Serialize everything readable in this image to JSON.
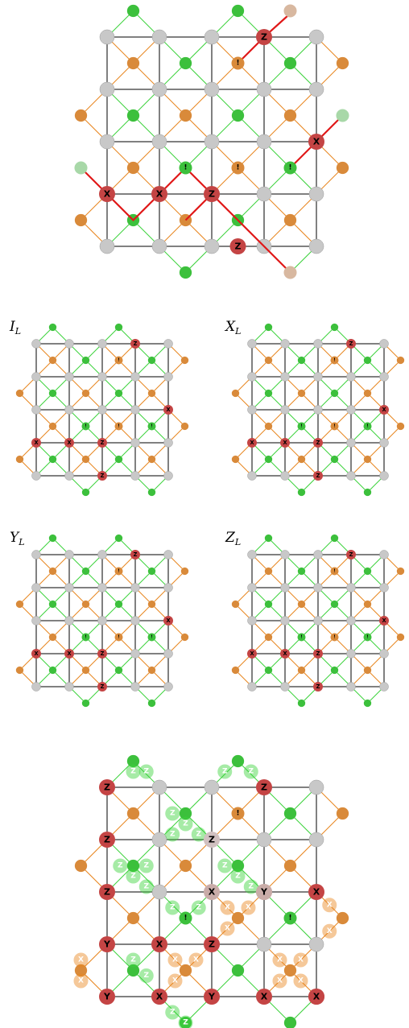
{
  "top_panel": {
    "labels": [
      {
        "text": "Z",
        "col": 3,
        "row": 0,
        "kind": "qubit"
      },
      {
        "text": "X",
        "col": 4,
        "row": 2,
        "kind": "qubit"
      },
      {
        "text": "X",
        "col": 0,
        "row": 3,
        "kind": "qubit"
      },
      {
        "text": "X",
        "col": 1,
        "row": 3,
        "kind": "qubit"
      },
      {
        "text": "Z",
        "col": 2,
        "row": 3,
        "kind": "qubit"
      },
      {
        "text": "Z",
        "col": 2.5,
        "row": 4,
        "kind": "qubit"
      }
    ],
    "markers": [
      {
        "text": "!",
        "col": 2.5,
        "row": 0.5,
        "color": "orange"
      },
      {
        "text": "!",
        "col": 1.5,
        "row": 2.5,
        "color": "green"
      },
      {
        "text": "!",
        "col": 2.5,
        "row": 2.5,
        "color": "orange"
      },
      {
        "text": "!",
        "col": 3.5,
        "row": 2.5,
        "color": "green"
      }
    ]
  },
  "panels": [
    {
      "label": "I",
      "sub": "L"
    },
    {
      "label": "X",
      "sub": "L"
    },
    {
      "label": "Y",
      "sub": "L"
    },
    {
      "label": "Z",
      "sub": "L"
    }
  ],
  "bottom_panel": {
    "node_labels": [
      "Z",
      "Z",
      "Z",
      "Z",
      "Z",
      "Y",
      "X",
      "Z",
      "Y",
      "X",
      "Y",
      "X",
      "Y",
      "X",
      "X",
      "Z",
      "X",
      "Y",
      "!",
      "!",
      "!"
    ],
    "halo_labels": [
      "Z",
      "X"
    ]
  },
  "colors": {
    "lattice": "#000000",
    "orange_edge": "#e8841c",
    "green_edge": "#3ad23a",
    "qubit_gray": "#c8c8c8",
    "qubit_red": "#c44444",
    "check_orange": "#d98a3a",
    "check_green": "#3cc03c",
    "error_line": "#e01818"
  }
}
